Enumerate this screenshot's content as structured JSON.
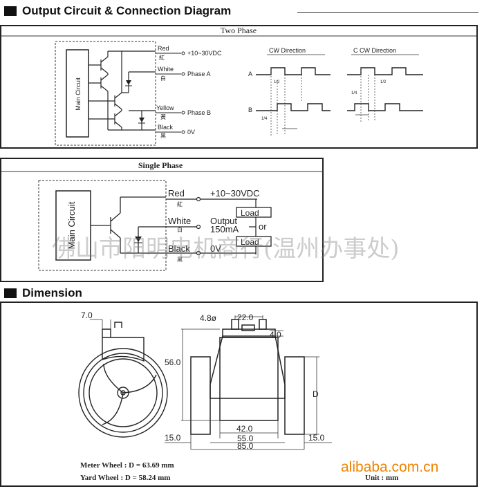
{
  "sections": {
    "output": "Output Circuit & Connection Diagram",
    "dimension": "Dimension"
  },
  "two_phase": {
    "title": "Two Phase",
    "main_circuit": "Main Circuit",
    "wires": [
      {
        "name": "Red",
        "cn": "紅",
        "signal": "+10~30VDC"
      },
      {
        "name": "White",
        "cn": "白",
        "signal": "Phase A"
      },
      {
        "name": "Yellow",
        "cn": "黃",
        "signal": "Phase B"
      },
      {
        "name": "Black",
        "cn": "黑",
        "signal": "0V"
      }
    ],
    "cw": "CW  Direction",
    "ccw": "C  CW  Direction",
    "label_a": "A",
    "label_b": "B",
    "half": "1/2",
    "quarter": "1/4",
    "half_ccw": "1/2",
    "quarter_ccw": "1/4"
  },
  "single_phase": {
    "title": "Single Phase",
    "main_circuit": "Main Circuit",
    "red": "Red",
    "red_cn": "紅",
    "supply": "+10~30VDC",
    "load_top": "Load",
    "white": "White",
    "white_cn": "白",
    "output": "Output",
    "current": "150mA",
    "or": "or",
    "load_bottom": "Load",
    "black": "Black",
    "black_cn": "黑",
    "zero_v": "0V"
  },
  "watermark": "佛山市阳明电机商行(温州办事处)",
  "dimension": {
    "d7": "7.0",
    "d48": "4.8ø",
    "d22": "22.0",
    "d40": "4.0",
    "d56": "56.0",
    "d_label": "D",
    "d42": "42.0",
    "d15_left": "15.0",
    "d55": "55.0",
    "d15_right": "15.0",
    "d85": "85.0",
    "meter_wheel": "Meter Wheel : D = 63.69 mm",
    "yard_wheel": "Yard Wheel  : D = 58.24 mm",
    "unit": "Unit : mm"
  },
  "brand": "alibaba.com.cn"
}
